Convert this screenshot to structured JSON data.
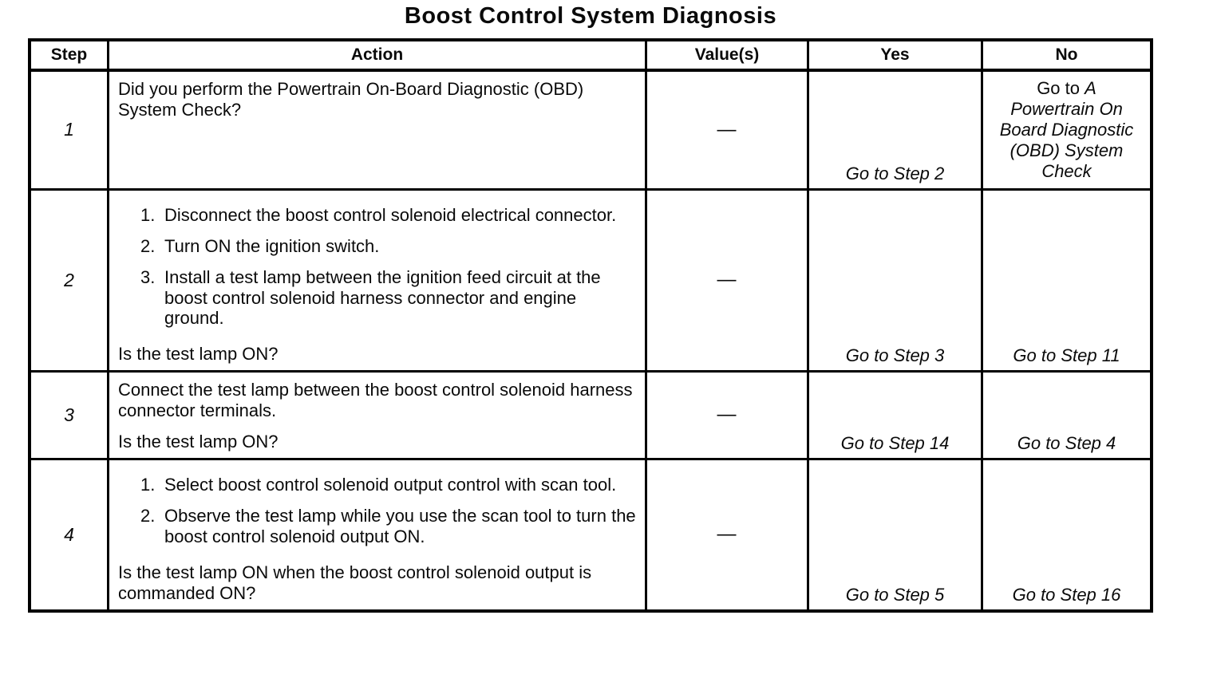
{
  "title": "Boost Control System Diagnosis",
  "table": {
    "headers": {
      "step": "Step",
      "action": "Action",
      "values": "Value(s)",
      "yes": "Yes",
      "no": "No"
    },
    "rows": [
      {
        "step": "1",
        "action": {
          "intro": "Did you perform the Powertrain On-Board Diagnostic (OBD) System Check?",
          "items": [],
          "question": ""
        },
        "value": "—",
        "yes": "Go to Step 2",
        "no": {
          "prefix": "Go to ",
          "label": "A Powertrain On Board Diagnostic (OBD) System Check"
        }
      },
      {
        "step": "2",
        "action": {
          "intro": "",
          "items": [
            "Disconnect the boost control solenoid electrical connector.",
            "Turn ON the ignition switch.",
            "Install a test lamp between the ignition feed circuit at the boost control solenoid harness connector and engine ground."
          ],
          "question": "Is the test lamp ON?"
        },
        "value": "—",
        "yes": "Go to Step 3",
        "no": {
          "prefix": "",
          "label": "Go to Step 11"
        }
      },
      {
        "step": "3",
        "action": {
          "intro": "Connect the test lamp between the boost control solenoid harness connector terminals.",
          "items": [],
          "question": "Is the test lamp ON?"
        },
        "value": "—",
        "yes": "Go to Step 14",
        "no": {
          "prefix": "",
          "label": "Go to Step 4"
        }
      },
      {
        "step": "4",
        "action": {
          "intro": "",
          "items": [
            "Select boost control solenoid output control with scan tool.",
            "Observe the test lamp while you use the scan tool to turn the boost control solenoid output ON."
          ],
          "question": "Is the test lamp ON when the boost control solenoid output is commanded ON?"
        },
        "value": "—",
        "yes": "Go to Step 5",
        "no": {
          "prefix": "",
          "label": "Go to Step 16"
        }
      }
    ]
  }
}
